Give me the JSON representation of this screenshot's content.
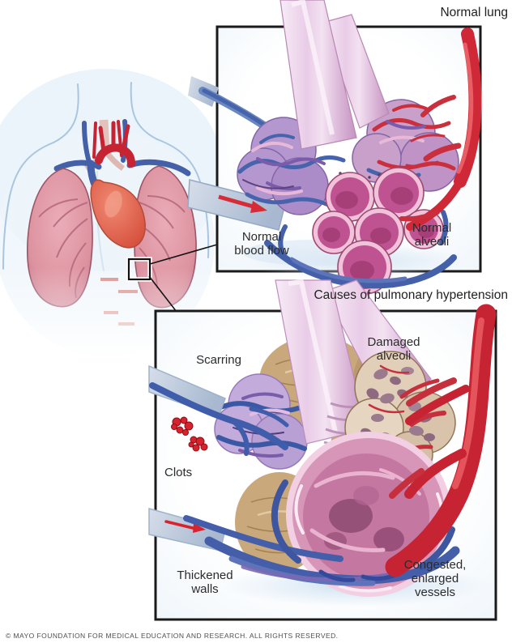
{
  "normal_box": {
    "title": "Normal lung",
    "labels": {
      "blood_flow": "Normal\nblood flow",
      "alveoli": "Normal\nalveoli"
    }
  },
  "causes_box": {
    "title": "Causes of pulmonary hypertension",
    "labels": {
      "scarring": "Scarring",
      "damaged_alveoli": "Damaged\nalveoli",
      "clots": "Clots",
      "thickened_walls": "Thickened\nwalls",
      "congested_vessels": "Congested,\nenlarged\nvessels"
    }
  },
  "footer": {
    "copyright": "© MAYO FOUNDATION FOR MEDICAL EDUCATION AND RESEARCH. ALL RIGHTS RESERVED."
  },
  "palette": {
    "artery_red": "#c62433",
    "vein_blue": "#4460a8",
    "lung_pink": "#dd93a0",
    "heart_red": "#dd5a46",
    "bronchiole_pink": "#e6c6e2",
    "scar_tan": "#c7a57a",
    "alveoli_magenta": "#bb4d86",
    "damaged_beige": "#ddc9b2",
    "outline_ink": "#1a1a1a",
    "body_blue": "#a9c6e0"
  }
}
